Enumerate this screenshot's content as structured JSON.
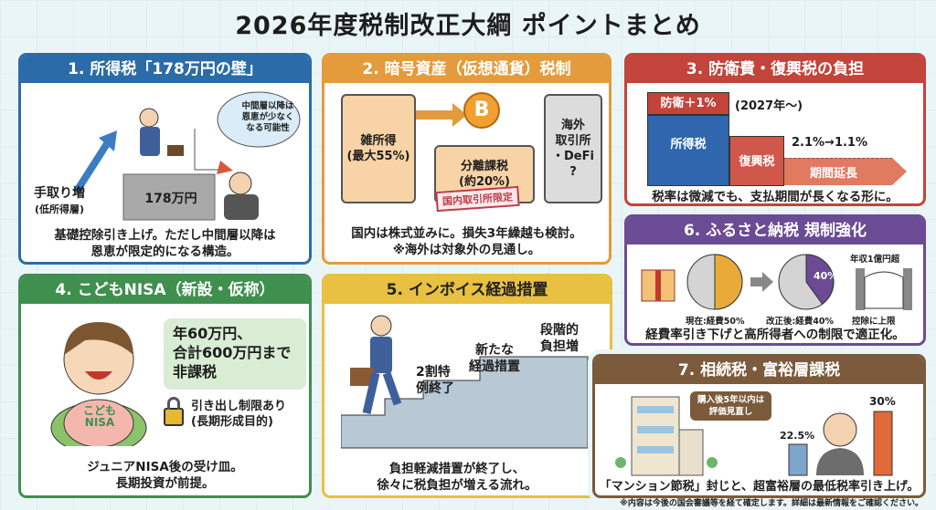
{
  "title": "2026年度税制改正大綱 ポイントまとめ",
  "p1": {
    "header": "1. 所得税「178万円の壁」",
    "wall": "178万円",
    "bubble": [
      "中間層以降は",
      "恩恵が少なく",
      "なる可能性"
    ],
    "up": "手取り増",
    "up_sub": "(低所得層)",
    "caption": [
      "基礎控除引き上げ。ただし中間層以降は",
      "恩恵が限定的になる構造。"
    ],
    "color": "#2b6ca8"
  },
  "p2": {
    "header": "2. 暗号資産（仮想通貨）税制",
    "box1": [
      "雑所得",
      "(最大55%)"
    ],
    "box2": [
      "分離課税",
      "(約20%)"
    ],
    "stamp": "国内取引所限定",
    "box3": [
      "海外",
      "取引所",
      "・DeFi",
      "?"
    ],
    "coin": "B",
    "caption": [
      "国内は株式並みに。損失3年繰越も検討。",
      "※海外は対象外の見通し。"
    ],
    "color": "#e39b3b"
  },
  "p3": {
    "header": "3. 防衛費・復興税の負担",
    "defense": "防衛＋1%",
    "year": "(2027年〜)",
    "income": "所得税",
    "recon": "復興税",
    "rate": "2.1%→1.1%",
    "extend": "期間延長",
    "caption": "税率は微減でも、支払期間が長くなる形に。",
    "color": "#c2443a"
  },
  "p4": {
    "header": "4. こどもNISA（新設・仮称）",
    "bubble": [
      "年60万円、",
      "合計600万円まで",
      "非課税"
    ],
    "pig": [
      "こども",
      "NISA"
    ],
    "lock": [
      "引き出し制限あり",
      "(長期形成目的)"
    ],
    "caption": [
      "ジュニアNISA後の受け皿。",
      "長期投資が前提。"
    ],
    "color": "#3f8f4f"
  },
  "p5": {
    "header": "5. インボイス経過措置",
    "step1": [
      "2割特",
      "例終了"
    ],
    "step2": [
      "新たな",
      "経過措置"
    ],
    "step3": [
      "段階的",
      "負担増"
    ],
    "caption": [
      "負担軽減措置が終了し、",
      "徐々に税負担が増える流れ。"
    ],
    "color": "#e8c042"
  },
  "p6": {
    "header": "6. ふるさと納税 規制強化",
    "now": "現在:経費50%",
    "after": "改正後:経費40%",
    "pct": "40%",
    "gate_top": "年収1億円超",
    "gate": "控除に上限",
    "caption": "経費率引き下げと高所得者への制限で適正化。",
    "color": "#6b4b93",
    "now_share": 0.5,
    "after_share": 0.4
  },
  "p7": {
    "header": "7. 相続税・富裕層課税",
    "bubble": [
      "購入後5年以内は",
      "評価見直し"
    ],
    "low": "22.5%",
    "high": "30%",
    "caption": "「マンション節税」封じと、超富裕層の最低税率引き上げ。",
    "color": "#7b5b3b"
  },
  "footnote": "※内容は今後の国会審議等を経て確定します。詳細は最新情報をご確認ください。"
}
